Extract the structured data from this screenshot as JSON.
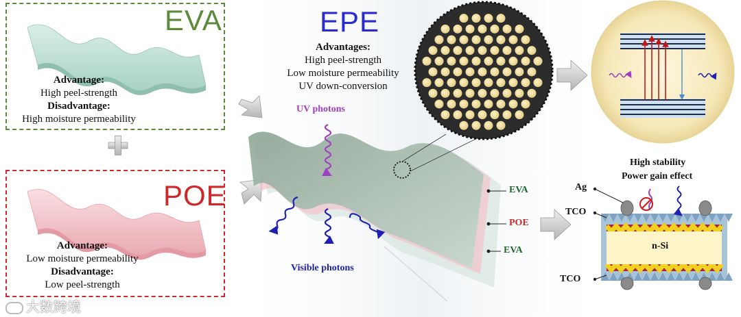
{
  "eva_panel": {
    "title": "EVA",
    "advantage_heading": "Advantage:",
    "advantage": "High peel-strength",
    "disadvantage_heading": "Disadvantage:",
    "disadvantage": "High moisture permeability",
    "color": "#5a8a3a"
  },
  "poe_panel": {
    "title": "POE",
    "advantage_heading": "Advantage:",
    "advantage": "Low moisture permeability",
    "disadvantage_heading": "Disadvantage:",
    "disadvantage": "Low peel-strength",
    "color": "#d0282a"
  },
  "epe": {
    "title": "EPE",
    "advantages_heading": "Advantages:",
    "advantages": [
      "High peel-strength",
      "Low moisture permeability",
      "UV down-conversion"
    ],
    "color": "#2a2ad0"
  },
  "labels": {
    "uv_photons": "UV photons",
    "visible_photons": "Visible photons",
    "layer_top": "EVA",
    "layer_middle": "POE",
    "layer_bottom": "EVA"
  },
  "cell": {
    "line1": "High stability",
    "line2": "Power gain effect",
    "ag": "Ag",
    "tco_top": "TCO",
    "tco_bottom": "TCO",
    "si": "n-Si"
  },
  "watermark": "大数跨境",
  "colors": {
    "uv": "#a040c0",
    "visible": "#2020b0",
    "arrow_gray": "#c8c8c8"
  }
}
